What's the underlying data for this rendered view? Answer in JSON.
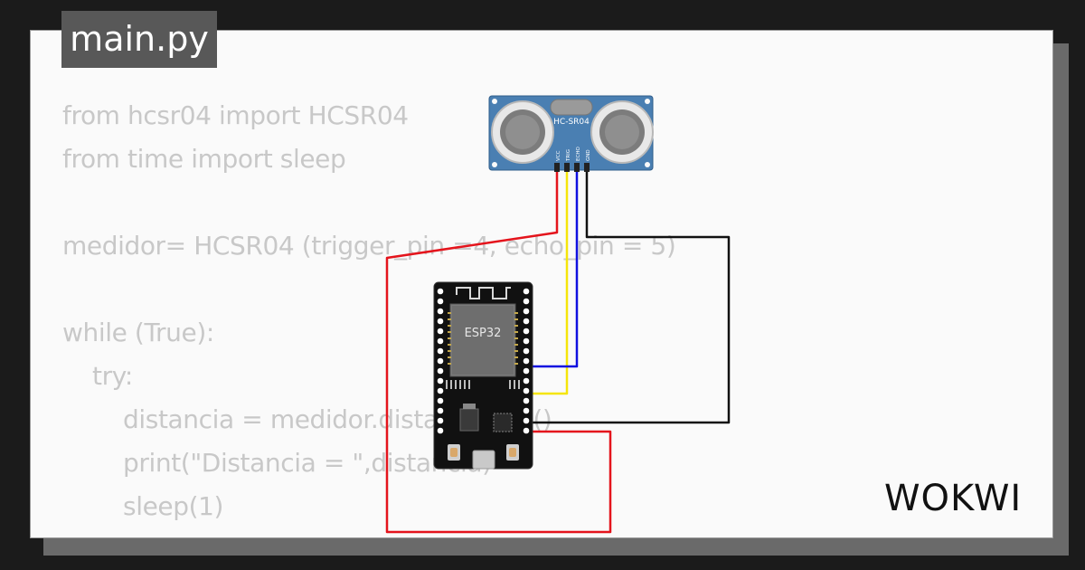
{
  "tab": {
    "filename": "main.py"
  },
  "code": {
    "lines": [
      "from hcsr04 import HCSR04",
      "from time import sleep",
      "",
      "medidor= HCSR04 (trigger_pin =4, echo_pin = 5)",
      "",
      "while (True):",
      "try:",
      "distancia = medidor.distance_cm()",
      "print(\"Distancia = \",distancia)",
      "sleep(1)"
    ]
  },
  "sensor": {
    "label": "HC-SR04",
    "pins": [
      "VCC",
      "TRIG",
      "ECHO",
      "GND"
    ]
  },
  "board": {
    "label": "ESP32"
  },
  "wires": {
    "vcc_color": "#e4141c",
    "trig_color": "#f5e50a",
    "echo_color": "#1010e0",
    "gnd_color": "#111111"
  },
  "brand": {
    "logo": "WOKWI"
  }
}
